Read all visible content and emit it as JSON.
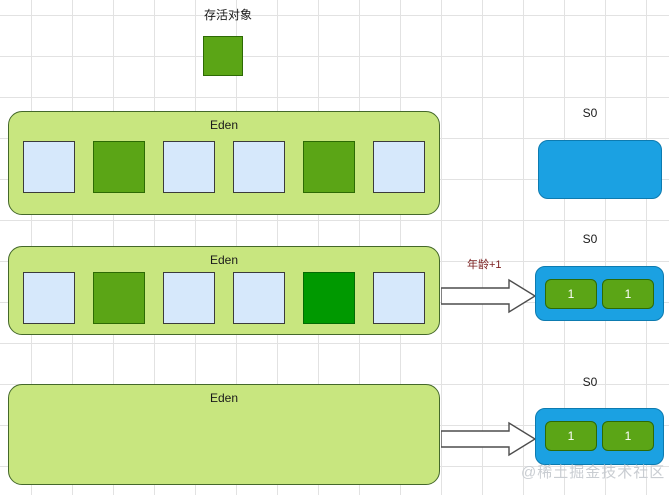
{
  "diagram": {
    "legend": {
      "label": "存活对象",
      "swatch_color": "#5ba516",
      "swatch_name": "surviving-object-swatch"
    },
    "rows": [
      {
        "id": "row-1",
        "eden_label": "Eden",
        "slots": [
          {
            "state": "empty",
            "color": "#d6e8fb"
          },
          {
            "state": "surviving",
            "color": "#5ba516"
          },
          {
            "state": "empty",
            "color": "#d6e8fb"
          },
          {
            "state": "empty",
            "color": "#d6e8fb"
          },
          {
            "state": "surviving",
            "color": "#5ba516"
          },
          {
            "state": "empty",
            "color": "#d6e8fb"
          }
        ],
        "survivor_label": "S0",
        "survivor_items": [],
        "arrow": null,
        "arrow_label": null
      },
      {
        "id": "row-2",
        "eden_label": "Eden",
        "slots": [
          {
            "state": "empty",
            "color": "#d6e8fb"
          },
          {
            "state": "surviving",
            "color": "#5ba516"
          },
          {
            "state": "empty",
            "color": "#d6e8fb"
          },
          {
            "state": "empty",
            "color": "#d6e8fb"
          },
          {
            "state": "surviving",
            "color": "#009900"
          },
          {
            "state": "empty",
            "color": "#d6e8fb"
          }
        ],
        "survivor_label": "S0",
        "survivor_items": [
          {
            "age": "1"
          },
          {
            "age": "1"
          }
        ],
        "arrow": "block-arrow-right",
        "arrow_label": "年龄+1"
      },
      {
        "id": "row-3",
        "eden_label": "Eden",
        "slots": [],
        "survivor_label": "S0",
        "survivor_items": [
          {
            "age": "1"
          },
          {
            "age": "1"
          }
        ],
        "arrow": "block-arrow-right",
        "arrow_label": null
      }
    ],
    "watermark": "@稀土掘金技术社区",
    "colors": {
      "eden_fill": "#c8e67f",
      "eden_border": "#44682a",
      "empty_slot": "#d6e8fb",
      "surviving_slot": "#5ba516",
      "surviving_slot_dark": "#009900",
      "survivor_space_fill": "#1ba1e2",
      "arrow_label_color": "#7b2020",
      "grid_line": "#e2e2e2",
      "watermark_color": "#c9cdd2"
    }
  }
}
